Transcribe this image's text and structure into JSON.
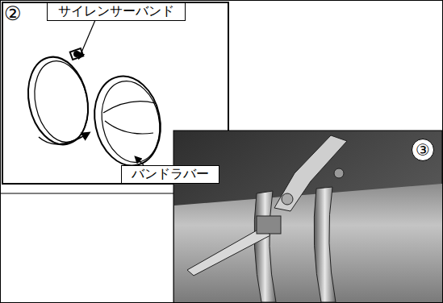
{
  "diagram": {
    "nodes": [
      {
        "text": [
          "サイレンサーバンド"
        ]
      },
      {
        "text": [
          "バンドラバー"
        ]
      }
    ],
    "labels": [
      "②",
      "③"
    ]
  }
}
